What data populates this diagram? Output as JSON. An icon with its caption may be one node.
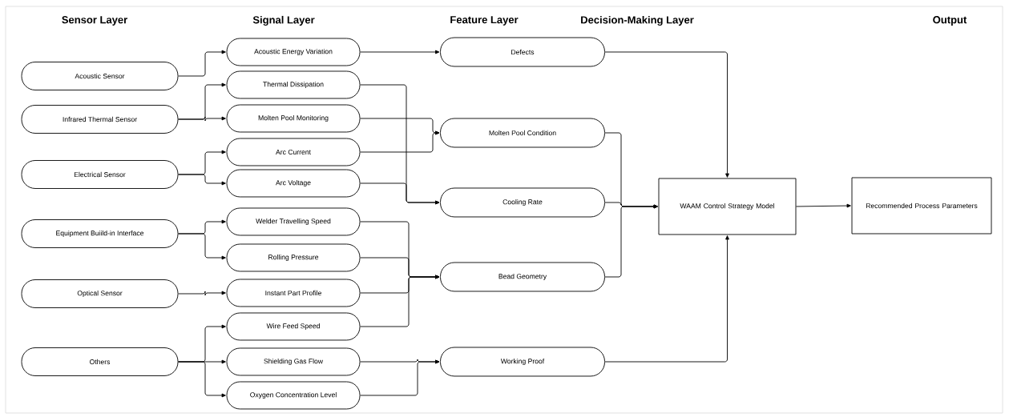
{
  "diagram": {
    "nodes": [
      {
        "text": [
          "Acoustic Sensor"
        ]
      },
      {
        "text": [
          "Infrared Thermal Sensor"
        ]
      },
      {
        "text": [
          "Electrical Sensor"
        ]
      },
      {
        "text": [
          "Equipment Buiild-in Interface"
        ]
      },
      {
        "text": [
          "Optical Sensor"
        ]
      },
      {
        "text": [
          "Others"
        ]
      },
      {
        "text": [
          "Acoustic Energy Variation"
        ]
      },
      {
        "text": [
          "Thermal Dissipation"
        ]
      },
      {
        "text": [
          "Molten Pool Monitoring"
        ]
      },
      {
        "text": [
          "Arc Current"
        ]
      },
      {
        "text": [
          "Arc Voltage"
        ]
      },
      {
        "text": [
          "Welder Travelling Speed"
        ]
      },
      {
        "text": [
          "Rolling Pressure"
        ]
      },
      {
        "text": [
          "Instant Part Profile"
        ]
      },
      {
        "text": [
          "Wire Feed Speed"
        ]
      },
      {
        "text": [
          "Shielding Gas Flow"
        ]
      },
      {
        "text": [
          "Oxygen Concentration Level"
        ]
      },
      {
        "text": [
          "Defects"
        ]
      },
      {
        "text": [
          "Molten Pool Condition"
        ]
      },
      {
        "text": [
          "Cooling Rate"
        ]
      },
      {
        "text": [
          "Bead Geometry"
        ]
      },
      {
        "text": [
          "Working Proof"
        ]
      },
      {
        "text": [
          "WAAM Control Strategy Model"
        ]
      },
      {
        "text": [
          "Recommended Process Parameters"
        ]
      }
    ],
    "edges": [
      {
        "from": 0,
        "to": 6,
        "arrow": "to"
      },
      {
        "from": 1,
        "to": 7,
        "arrow": "to"
      },
      {
        "from": 1,
        "to": 8,
        "arrow": "to"
      },
      {
        "from": 2,
        "to": 9,
        "arrow": "to"
      },
      {
        "from": 2,
        "to": 10,
        "arrow": "to"
      },
      {
        "from": 3,
        "to": 11,
        "arrow": "to"
      },
      {
        "from": 3,
        "to": 12,
        "arrow": "to"
      },
      {
        "from": 4,
        "to": 13,
        "arrow": "to"
      },
      {
        "from": 5,
        "to": 14,
        "arrow": "to"
      },
      {
        "from": 5,
        "to": 15,
        "arrow": "to"
      },
      {
        "from": 5,
        "to": 16,
        "arrow": "to"
      },
      {
        "from": 6,
        "to": 17,
        "arrow": "to"
      },
      {
        "from": 7,
        "to": 19,
        "arrow": "to"
      },
      {
        "from": 8,
        "to": 18,
        "arrow": "to"
      },
      {
        "from": 9,
        "to": 18,
        "arrow": "to"
      },
      {
        "from": 10,
        "to": 19,
        "arrow": "to"
      },
      {
        "from": 11,
        "to": 20,
        "arrow": "to"
      },
      {
        "from": 12,
        "to": 20,
        "arrow": "to"
      },
      {
        "from": 13,
        "to": 20,
        "arrow": "to"
      },
      {
        "from": 14,
        "to": 20,
        "arrow": "to"
      },
      {
        "from": 15,
        "to": 21,
        "arrow": "to"
      },
      {
        "from": 16,
        "to": 21,
        "arrow": "to"
      },
      {
        "from": 17,
        "to": 22,
        "arrow": "to"
      },
      {
        "from": 18,
        "to": 22,
        "arrow": "to"
      },
      {
        "from": 19,
        "to": 22,
        "arrow": "to"
      },
      {
        "from": 20,
        "to": 22,
        "arrow": "to"
      },
      {
        "from": 21,
        "to": 22,
        "arrow": "to"
      },
      {
        "from": 22,
        "to": 23,
        "arrow": "to"
      }
    ],
    "labels": [
      "Sensor Layer",
      "Signal Layer",
      "Feature Layer",
      "Decision-Making Layer",
      "Output"
    ]
  }
}
